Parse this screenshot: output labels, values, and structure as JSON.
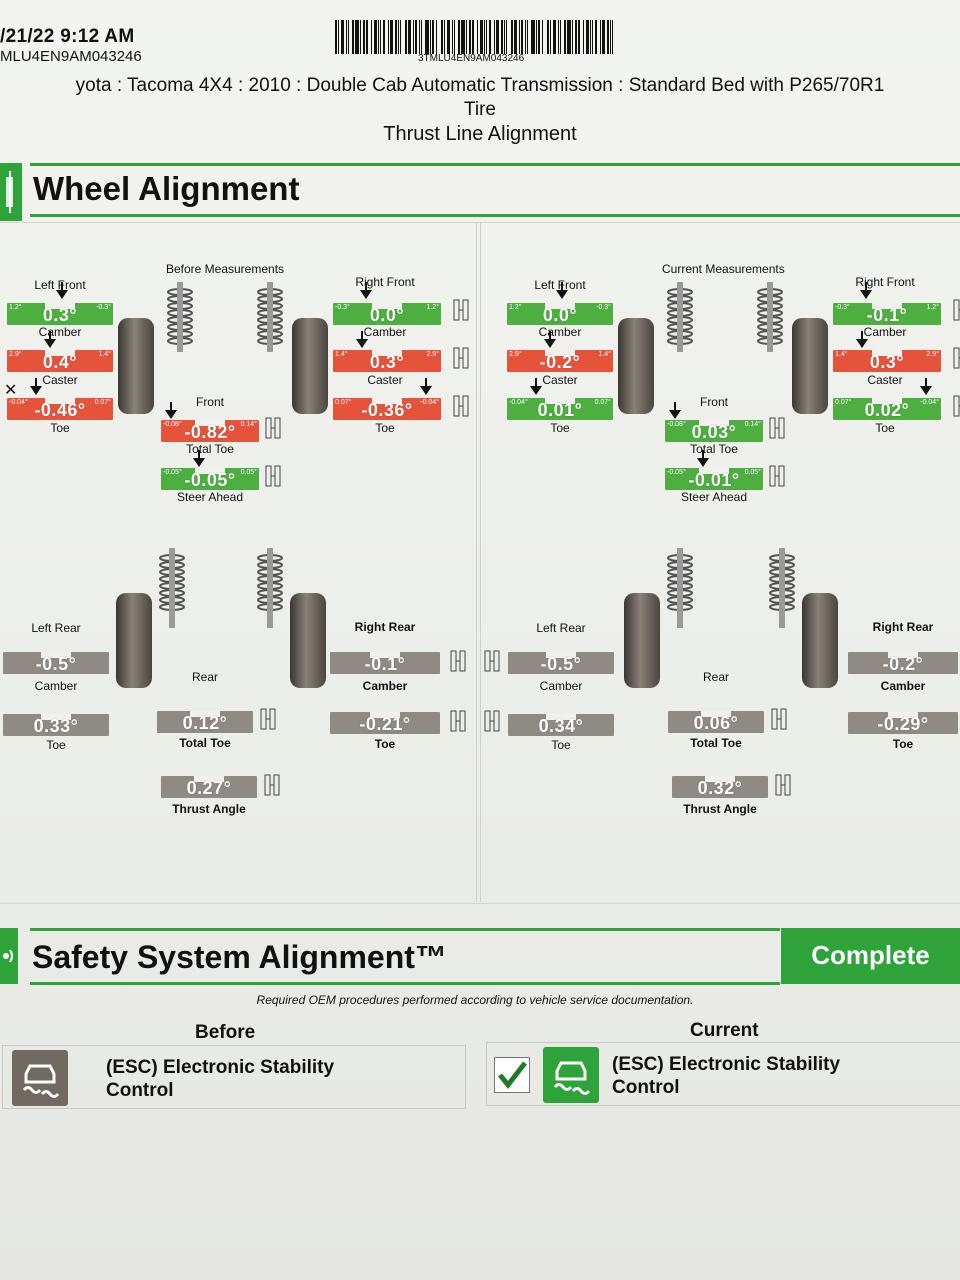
{
  "header": {
    "date": "/21/22 9:12 AM",
    "vin": "MLU4EN9AM043246",
    "barcode_text": "3TMLU4EN9AM043246",
    "vehicle_line1": "yota : Tacoma 4X4 : 2010 : Double Cab Automatic Transmission : Standard Bed with P265/70R1",
    "vehicle_line2": "Tire",
    "alignment_type": "Thrust Line Alignment"
  },
  "wheel_alignment": {
    "title": "Wheel Alignment",
    "before": {
      "heading": "Before Measurements",
      "left_front": {
        "label": "Left Front",
        "camber": {
          "label": "Camber",
          "value": "0.3°",
          "status": "green",
          "min": "1.2°",
          "max": "-0.3°"
        },
        "caster": {
          "label": "Caster",
          "value": "0.4°",
          "status": "red",
          "min": "2.9°",
          "max": "1.4°"
        },
        "toe": {
          "label": "Toe",
          "value": "-0.46°",
          "status": "red",
          "min": "-0.04°",
          "max": "0.07°"
        }
      },
      "right_front": {
        "label": "Right Front",
        "camber": {
          "label": "Camber",
          "value": "0.0°",
          "status": "green",
          "min": "-0.3°",
          "max": "1.2°"
        },
        "caster": {
          "label": "Caster",
          "value": "0.3°",
          "status": "red",
          "min": "1.4°",
          "max": "2.9°"
        },
        "toe": {
          "label": "Toe",
          "value": "-0.36°",
          "status": "red",
          "min": "0.07°",
          "max": "-0.04°"
        }
      },
      "front": {
        "label": "Front",
        "total_toe": {
          "label": "Total Toe",
          "value": "-0.82°",
          "status": "red",
          "min": "-0.08°",
          "max": "0.14°"
        },
        "steer_ahead": {
          "label": "Steer Ahead",
          "value": "-0.05°",
          "status": "green",
          "min": "-0.05°",
          "max": "0.05°"
        }
      },
      "left_rear": {
        "label": "Left Rear",
        "camber": {
          "label": "Camber",
          "value": "-0.5°"
        },
        "toe": {
          "label": "Toe",
          "value": "0.33°"
        }
      },
      "right_rear": {
        "label": "Right Rear",
        "camber": {
          "label": "Camber",
          "value": "-0.1°"
        },
        "toe": {
          "label": "Toe",
          "value": "-0.21°"
        }
      },
      "rear": {
        "label": "Rear",
        "total_toe": {
          "label": "Total Toe",
          "value": "0.12°"
        },
        "thrust_angle": {
          "label": "Thrust Angle",
          "value": "0.27°"
        }
      }
    },
    "current": {
      "heading": "Current Measurements",
      "left_front": {
        "label": "Left Front",
        "camber": {
          "label": "Camber",
          "value": "0.0°",
          "status": "green",
          "min": "1.2°",
          "max": "-0.3°"
        },
        "caster": {
          "label": "Caster",
          "value": "-0.2°",
          "status": "red",
          "min": "2.9°",
          "max": "1.4°"
        },
        "toe": {
          "label": "Toe",
          "value": "0.01°",
          "status": "green",
          "min": "-0.04°",
          "max": "0.07°"
        }
      },
      "right_front": {
        "label": "Right Front",
        "camber": {
          "label": "Camber",
          "value": "-0.1°",
          "status": "green",
          "min": "-0.3°",
          "max": "1.2°"
        },
        "caster": {
          "label": "Caster",
          "value": "0.3°",
          "status": "red",
          "min": "1.4°",
          "max": "2.9°"
        },
        "toe": {
          "label": "Toe",
          "value": "0.02°",
          "status": "green",
          "min": "0.07°",
          "max": "-0.04°"
        }
      },
      "front": {
        "label": "Front",
        "total_toe": {
          "label": "Total Toe",
          "value": "0.03°",
          "status": "green",
          "min": "-0.08°",
          "max": "0.14°"
        },
        "steer_ahead": {
          "label": "Steer Ahead",
          "value": "-0.01°",
          "status": "green",
          "min": "-0.05°",
          "max": "0.05°"
        }
      },
      "left_rear": {
        "label": "Left Rear",
        "camber": {
          "label": "Camber",
          "value": "-0.5°"
        },
        "toe": {
          "label": "Toe",
          "value": "0.34°"
        }
      },
      "right_rear": {
        "label": "Right Rear",
        "camber": {
          "label": "Camber",
          "value": "-0.2°"
        },
        "toe": {
          "label": "Toe",
          "value": "-0.29°"
        }
      },
      "rear": {
        "label": "Rear",
        "total_toe": {
          "label": "Total Toe",
          "value": "0.06°"
        },
        "thrust_angle": {
          "label": "Thrust Angle",
          "value": "0.32°"
        }
      }
    }
  },
  "safety": {
    "title": "Safety System Alignment™",
    "status": "Complete",
    "note": "Required OEM procedures performed according to vehicle service documentation.",
    "before_label": "Before",
    "current_label": "Current",
    "before_item": "(ESC) Electronic Stability Control",
    "before_line1": "(ESC) Electronic Stability",
    "before_line2": "Control",
    "current_line1": "(ESC) Electronic Stability",
    "current_line2": "Control",
    "current_checked": true
  },
  "colors": {
    "green": "#4caf3f",
    "red": "#e5533b",
    "gray": "#8f8a83",
    "brand_green": "#2ea33a"
  }
}
